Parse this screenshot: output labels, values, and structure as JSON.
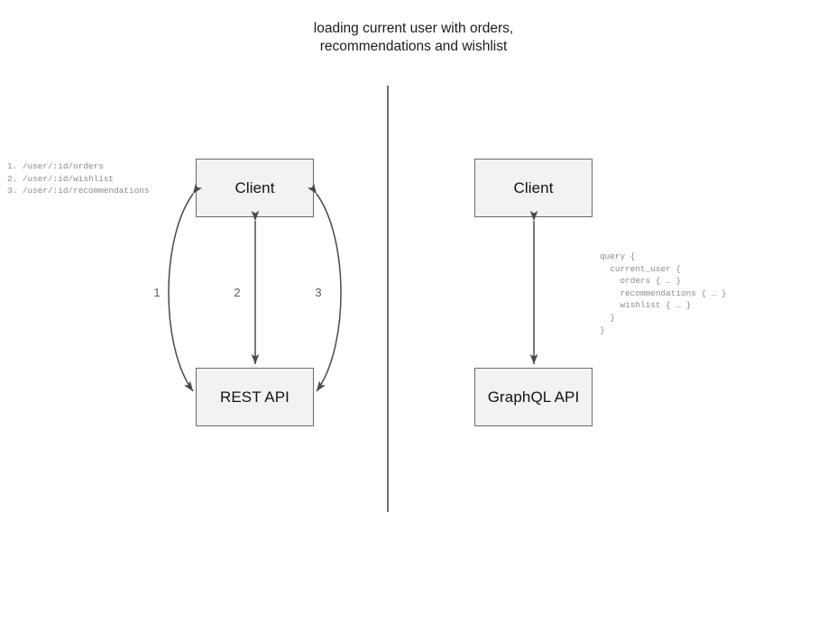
{
  "diagram": {
    "title": "loading current user with orders,\nrecommendations and wishlist",
    "divider_color": "#6f6f6f",
    "node_fill": "#f2f2f2",
    "node_border": "#6a6a6a",
    "arrow_color": "#4a4a4a",
    "code_color": "#8a8a8a"
  },
  "rest_panel": {
    "client_label": "Client",
    "api_label": "REST API",
    "endpoints": "1. /user/:id/orders\n2. /user/:id/wishlist\n3. /user/:id/recommendations",
    "arrow_labels": [
      "1",
      "2",
      "3"
    ]
  },
  "graphql_panel": {
    "client_label": "Client",
    "api_label": "GraphQL API",
    "query": "query {\n  current_user {\n    orders { … }\n    recommendations { … }\n    wishlist { … }\n  }\n}"
  }
}
